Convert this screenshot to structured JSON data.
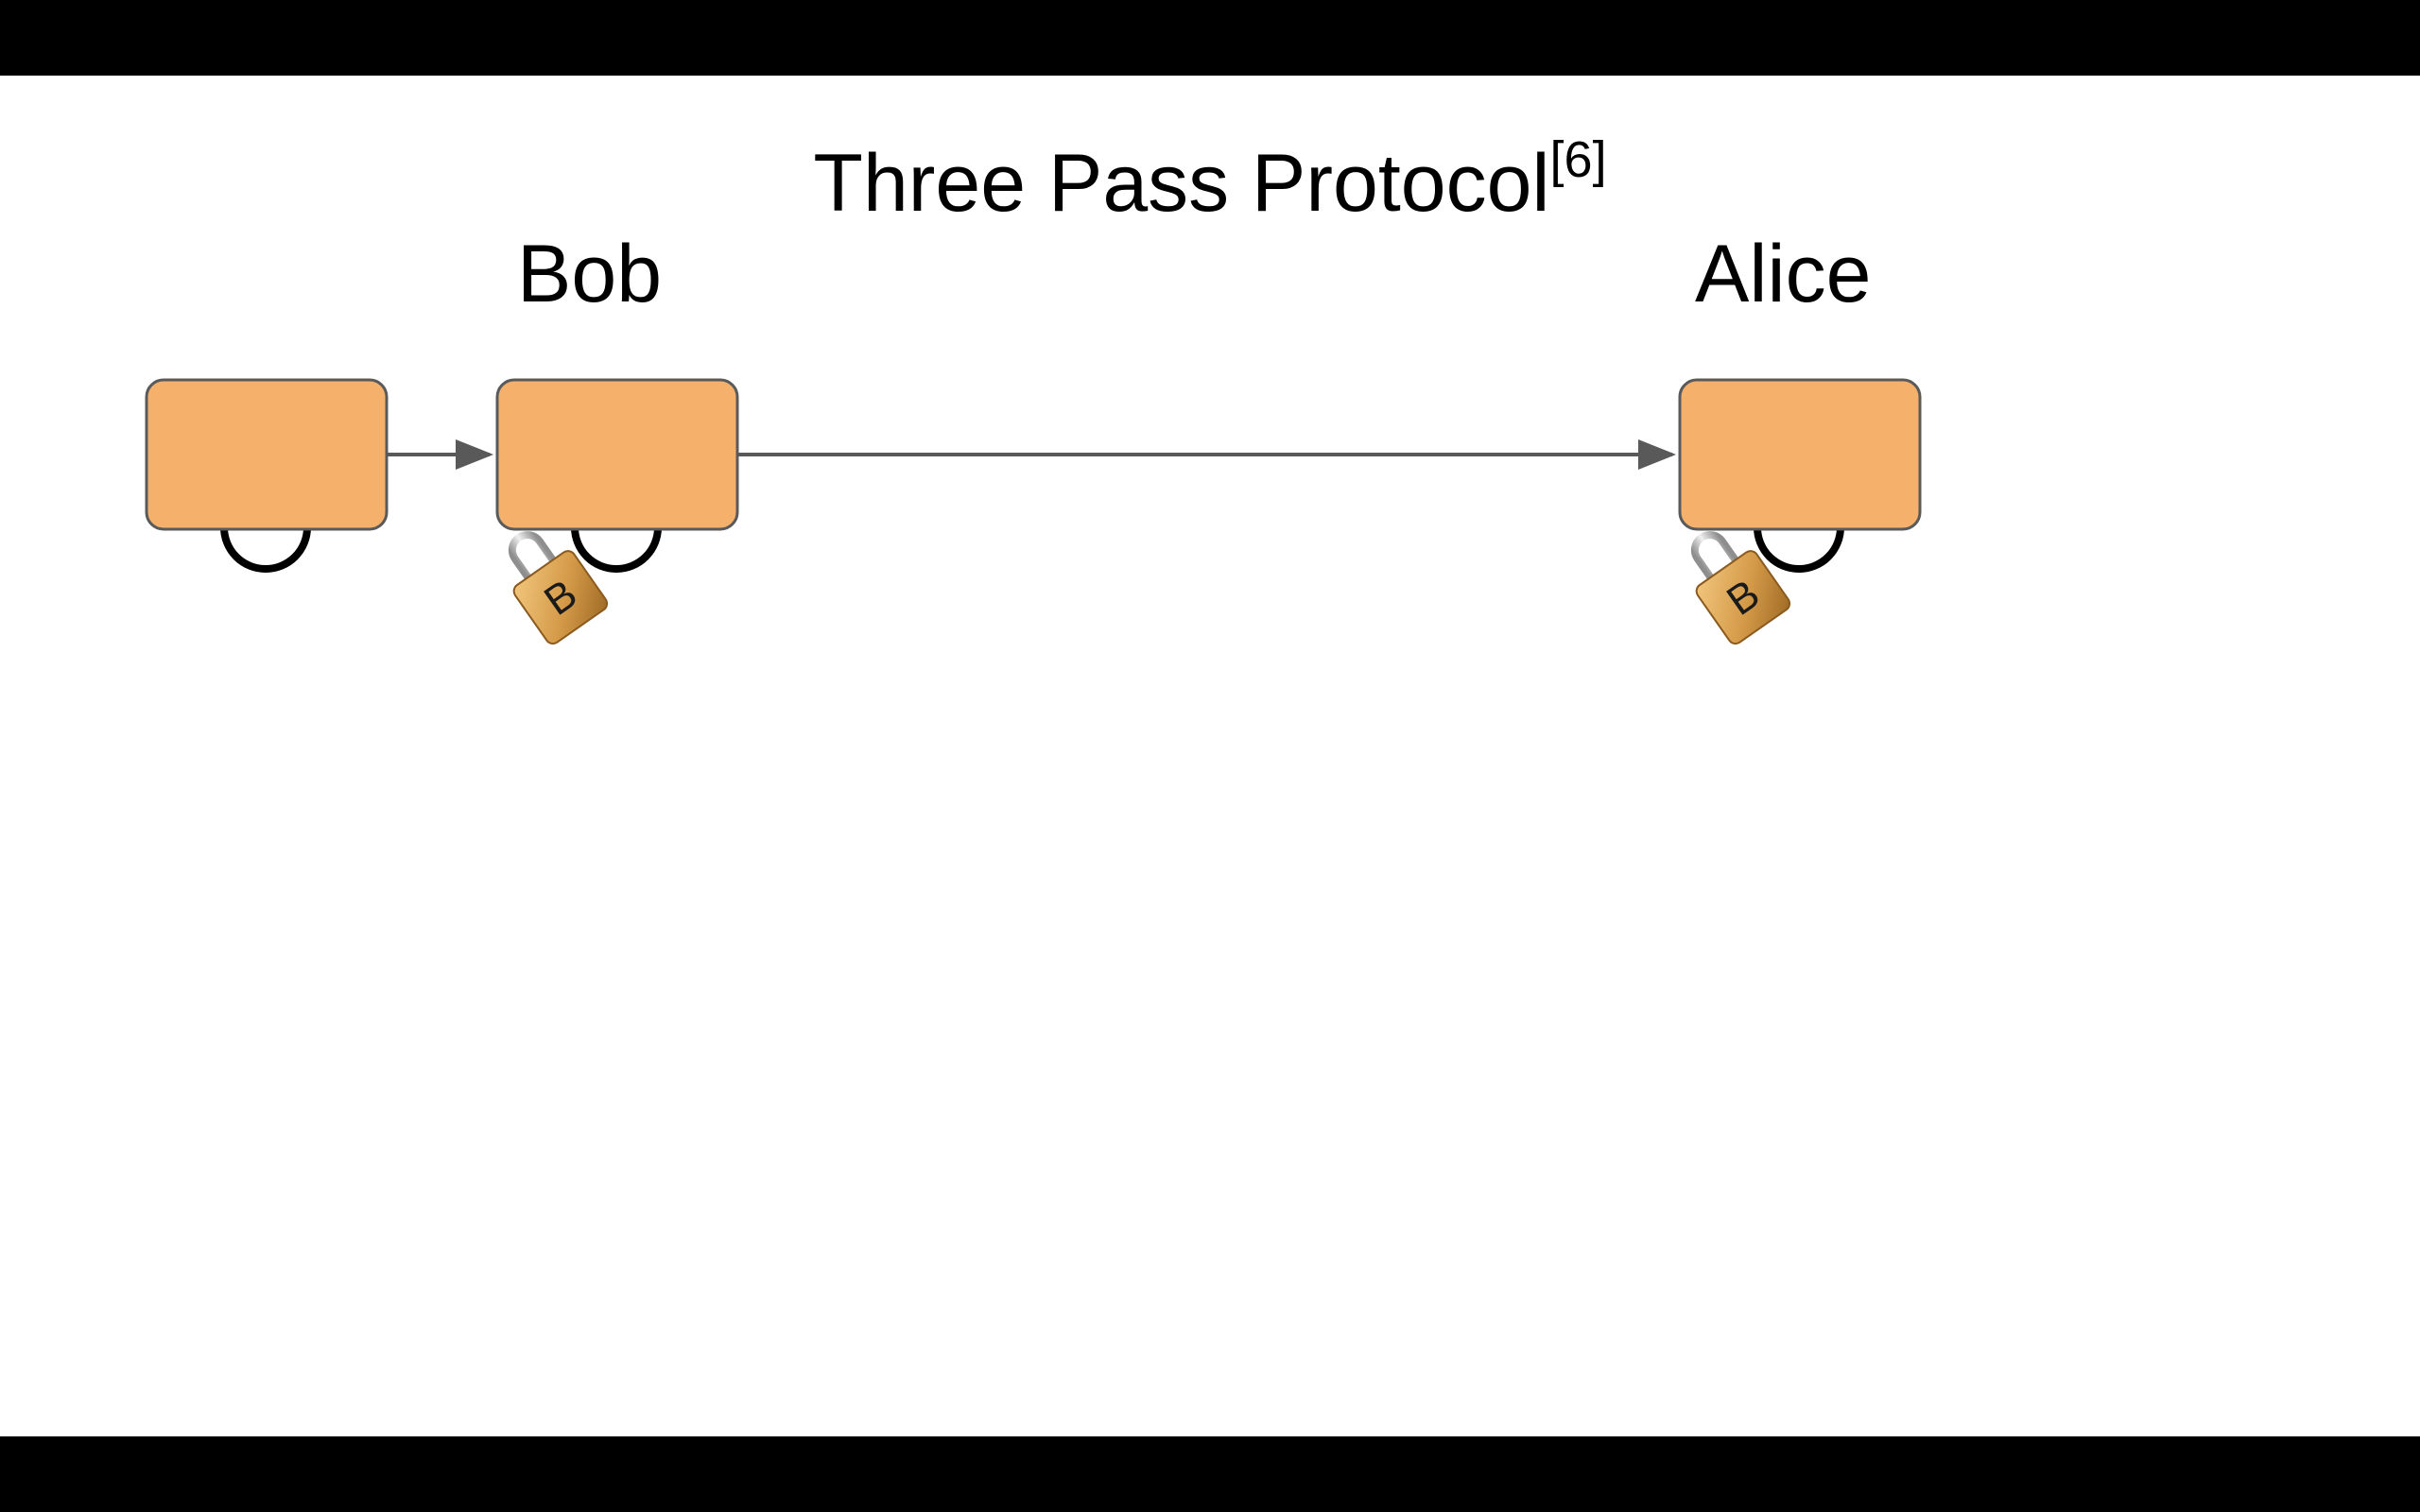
{
  "slide": {
    "title": "Three Pass Protocol",
    "title_superscript": "[6]"
  },
  "parties": {
    "bob": "Bob",
    "alice": "Alice"
  },
  "locks": {
    "bob_box_lock_letter": "B",
    "alice_box_lock_letter": "B"
  },
  "colors": {
    "box_fill": "#F5B16B",
    "box_stroke": "#5A5A5A",
    "arrow": "#595959",
    "shackle": "#000000",
    "lock_body": "#D9A24E",
    "lock_shackle": "#B8B8B8"
  },
  "icons": {
    "open_shackle": "open-shackle-icon",
    "padlock": "padlock-icon"
  }
}
